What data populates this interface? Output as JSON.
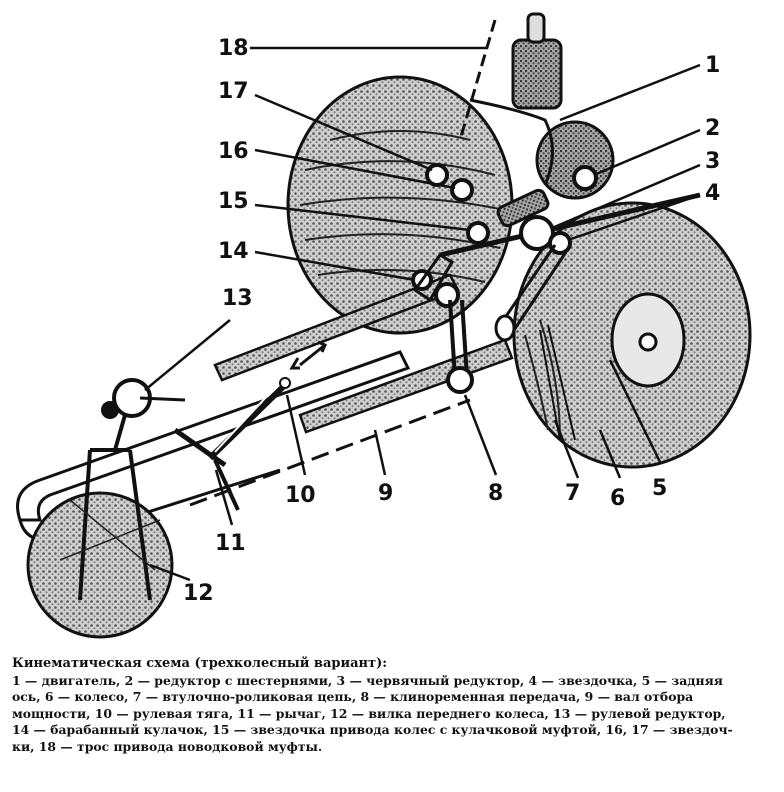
{
  "figure": {
    "callouts": [
      "1",
      "2",
      "3",
      "4",
      "5",
      "6",
      "7",
      "8",
      "9",
      "10",
      "11",
      "12",
      "13",
      "14",
      "15",
      "16",
      "17",
      "18"
    ]
  },
  "caption": {
    "title": "Кинематическая схема (трехколесный вариант):",
    "lines": [
      "1 — двигатель, 2 — редуктор с шестернями, 3 — червячный редуктор, 4 — звездочка, 5 — задняя",
      "ось, 6 — колесо, 7 — втулочно-роликовая цепь, 8 — клиноременная передача, 9 — вал отбора",
      "мощности, 10 — рулевая тяга, 11 — рычаг, 12 — вилка переднего колеса, 13 — рулевой редуктор,",
      "14 — барабанный кулачок, 15 — звездочка привода колес с кулачковой муфтой, 16, 17 — звездоч-",
      "ки, 18 — трос привода новодковой муфты."
    ]
  },
  "colors": {
    "ink": "#111111",
    "shade": "#8a8a8a",
    "paper": "#ffffff"
  }
}
